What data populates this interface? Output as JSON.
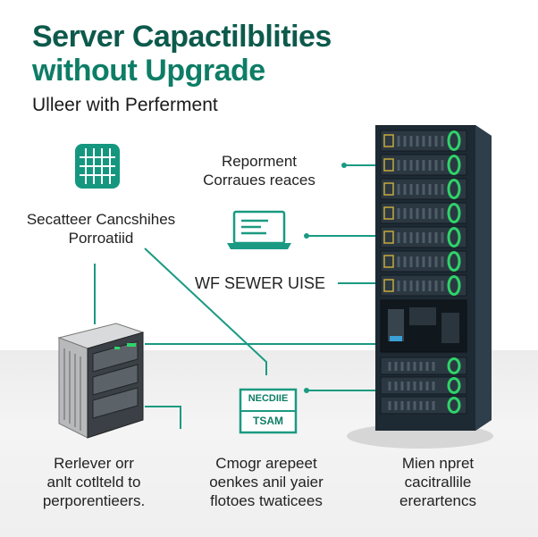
{
  "title": {
    "line1": "Server Capactilblities",
    "line2": "without Upgrade"
  },
  "subtitle": "Ulleer with Perferment",
  "labels": {
    "left_top_line1": "Secatteer Cancshihes",
    "left_top_line2": "Porroatiid",
    "right_top_line1": "Reporment",
    "right_top_line2": "Corraues reaces",
    "middle": "WF SEWER UISE",
    "badge_line1": "NECDIIE",
    "badge_line2": "TSAM",
    "bottom_left": [
      "Rerlever orr",
      "anlt cotlteld to",
      "perporentieers."
    ],
    "bottom_center": [
      "Cmogr arepeet",
      "oenkes anil yaier",
      "flotoes twaticees"
    ],
    "bottom_right": [
      "Mien npret",
      "cacitrallile",
      "ererartencs"
    ]
  },
  "colors": {
    "title_dark": "#0d5a4c",
    "title_green": "#0e7d66",
    "accent": "#1a9a82",
    "led": "#2fd36a",
    "rack": "#1e2a33"
  },
  "icons": [
    "grid-chip-icon",
    "laptop-icon",
    "badge-icon",
    "small-server-icon",
    "server-rack-icon"
  ]
}
